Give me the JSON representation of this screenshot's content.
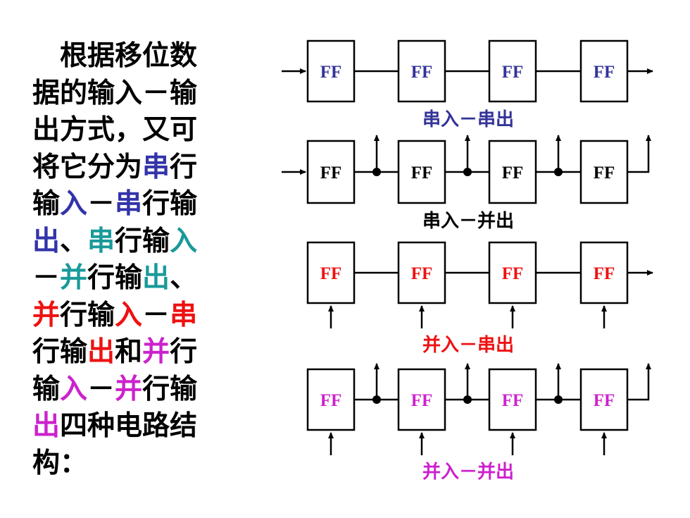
{
  "paragraph": {
    "lines": [
      [
        {
          "t": "　根据移位数",
          "c": "#000000"
        }
      ],
      [
        {
          "t": "据的输入－输",
          "c": "#000000"
        }
      ],
      [
        {
          "t": "出方式，又可",
          "c": "#000000"
        }
      ],
      [
        {
          "t": "将它分为",
          "c": "#000000"
        },
        {
          "t": "串",
          "c": "#3333aa"
        },
        {
          "t": "行",
          "c": "#000000"
        }
      ],
      [
        {
          "t": "输",
          "c": "#000000"
        },
        {
          "t": "入",
          "c": "#3333aa"
        },
        {
          "t": "－",
          "c": "#000000"
        },
        {
          "t": "串",
          "c": "#3333aa"
        },
        {
          "t": "行输",
          "c": "#000000"
        }
      ],
      [
        {
          "t": "出",
          "c": "#3333aa"
        },
        {
          "t": "、",
          "c": "#000000"
        },
        {
          "t": "串",
          "c": "#1a9999"
        },
        {
          "t": "行输",
          "c": "#000000"
        },
        {
          "t": "入",
          "c": "#1a9999"
        }
      ],
      [
        {
          "t": "－",
          "c": "#000000"
        },
        {
          "t": "并",
          "c": "#1a9999"
        },
        {
          "t": "行输",
          "c": "#000000"
        },
        {
          "t": "出",
          "c": "#1a9999"
        },
        {
          "t": "、",
          "c": "#000000"
        }
      ],
      [
        {
          "t": "并",
          "c": "#ee1111"
        },
        {
          "t": "行输",
          "c": "#000000"
        },
        {
          "t": "入",
          "c": "#ee1111"
        },
        {
          "t": "－",
          "c": "#000000"
        },
        {
          "t": "串",
          "c": "#ee1111"
        }
      ],
      [
        {
          "t": "行输",
          "c": "#000000"
        },
        {
          "t": "出",
          "c": "#ee1111"
        },
        {
          "t": "和",
          "c": "#000000"
        },
        {
          "t": "并",
          "c": "#cc22cc"
        },
        {
          "t": "行",
          "c": "#000000"
        }
      ],
      [
        {
          "t": "输",
          "c": "#000000"
        },
        {
          "t": "入",
          "c": "#cc22cc"
        },
        {
          "t": "－",
          "c": "#000000"
        },
        {
          "t": "并",
          "c": "#cc22cc"
        },
        {
          "t": "行输",
          "c": "#000000"
        }
      ],
      [
        {
          "t": "出",
          "c": "#cc22cc"
        },
        {
          "t": "四种电路结",
          "c": "#000000"
        }
      ],
      [
        {
          "t": "构：",
          "c": "#000000"
        }
      ]
    ]
  },
  "colors": {
    "blue": "#333399",
    "teal": "#1a9999",
    "red": "#ee1111",
    "magenta": "#cc22cc",
    "black": "#000000"
  },
  "rows": [
    {
      "mode": "serial-in-serial-out",
      "ff_label": "FF",
      "ff_color": "#333399",
      "caption": "串入－串出",
      "caption_color": "#333399"
    },
    {
      "mode": "serial-in-parallel-out",
      "ff_label": "FF",
      "ff_color": "#000000",
      "caption": "串入－并出",
      "caption_color": "#000000"
    },
    {
      "mode": "parallel-in-serial-out",
      "ff_label": "FF",
      "ff_color": "#ee1111",
      "caption": "并入－串出",
      "caption_color": "#ee1111"
    },
    {
      "mode": "parallel-in-parallel-out",
      "ff_label": "FF",
      "ff_color": "#cc22cc",
      "caption": "并入－并出",
      "caption_color": "#cc22cc"
    }
  ]
}
